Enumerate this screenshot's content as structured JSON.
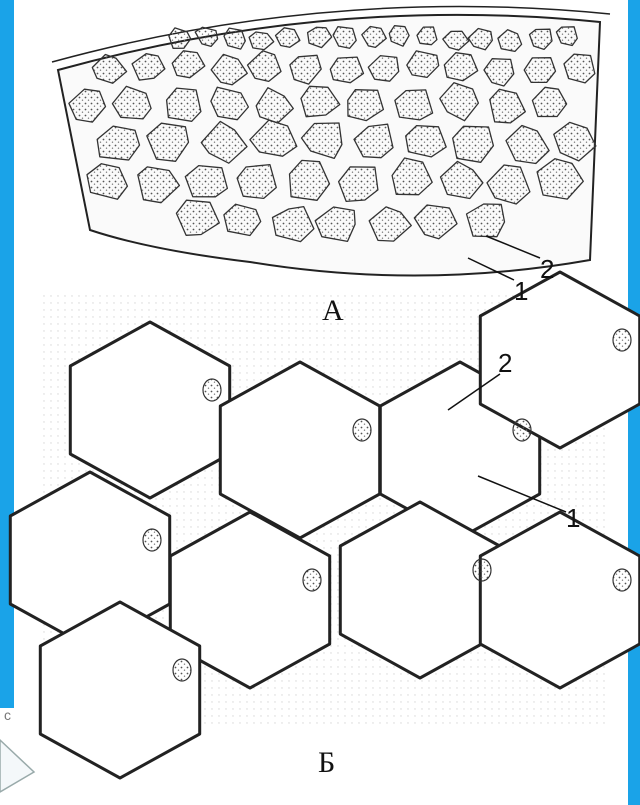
{
  "figure": {
    "panel_a_label": "А",
    "panel_b_label": "Б",
    "callouts_a": [
      "1",
      "2"
    ],
    "callouts_b": [
      "2",
      "1"
    ],
    "edge_mark": "с"
  },
  "colors": {
    "frame": "#1aa3e8",
    "paper": "#ffffff",
    "ink": "#1a1a1a",
    "stipple": "#6f6f6f"
  }
}
